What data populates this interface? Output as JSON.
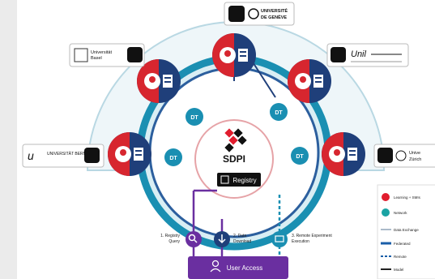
{
  "center": {
    "title": "SDPI",
    "registry_label": "Registry",
    "colors": {
      "accent_red": "#e11d2e",
      "dark": "#111111"
    }
  },
  "institutions": [
    {
      "key": "geneve",
      "name_line1": "UNIVERSITÉ",
      "name_line2": "DE GENÈVE"
    },
    {
      "key": "basel",
      "name_line1": "Universität",
      "name_line2": "Basel"
    },
    {
      "key": "lausanne",
      "name_line1": "Unil",
      "name_line2": ""
    },
    {
      "key": "bern",
      "name_line1": "u",
      "name_line2": "UNIVERSITÄT BERN"
    },
    {
      "key": "zurich",
      "name_line1": "Unive",
      "name_line2": "Zürich"
    }
  ],
  "node_badges": [
    "DT",
    "DT",
    "DT",
    "DT"
  ],
  "user_access": {
    "label": "User Access",
    "flows": [
      {
        "num": "1",
        "label": "Registry",
        "sub": "Query"
      },
      {
        "num": "2",
        "label": "Data",
        "sub": "Download"
      },
      {
        "num": "3",
        "label": "Remote Experiment",
        "sub": "Execution"
      }
    ]
  },
  "legend": {
    "items": [
      {
        "label": "Learning + SMIs",
        "color": "#e11d2e"
      },
      {
        "label": "Network",
        "color": "#1aa3a3"
      },
      {
        "label": "Data Exchange",
        "color": "#8fa3b8"
      },
      {
        "label": "Federated",
        "color": "#1a5ea8"
      },
      {
        "label": "Remote",
        "color": "#1a5ea8"
      },
      {
        "label": "Model",
        "color": "#222222"
      }
    ]
  },
  "colors": {
    "red": "#d7262f",
    "navy": "#1f3f7a",
    "teal": "#1a8fb2",
    "light_arc": "#cfe7ee",
    "purple": "#6a2fa0",
    "ring_fill": "#e9f4f7"
  }
}
